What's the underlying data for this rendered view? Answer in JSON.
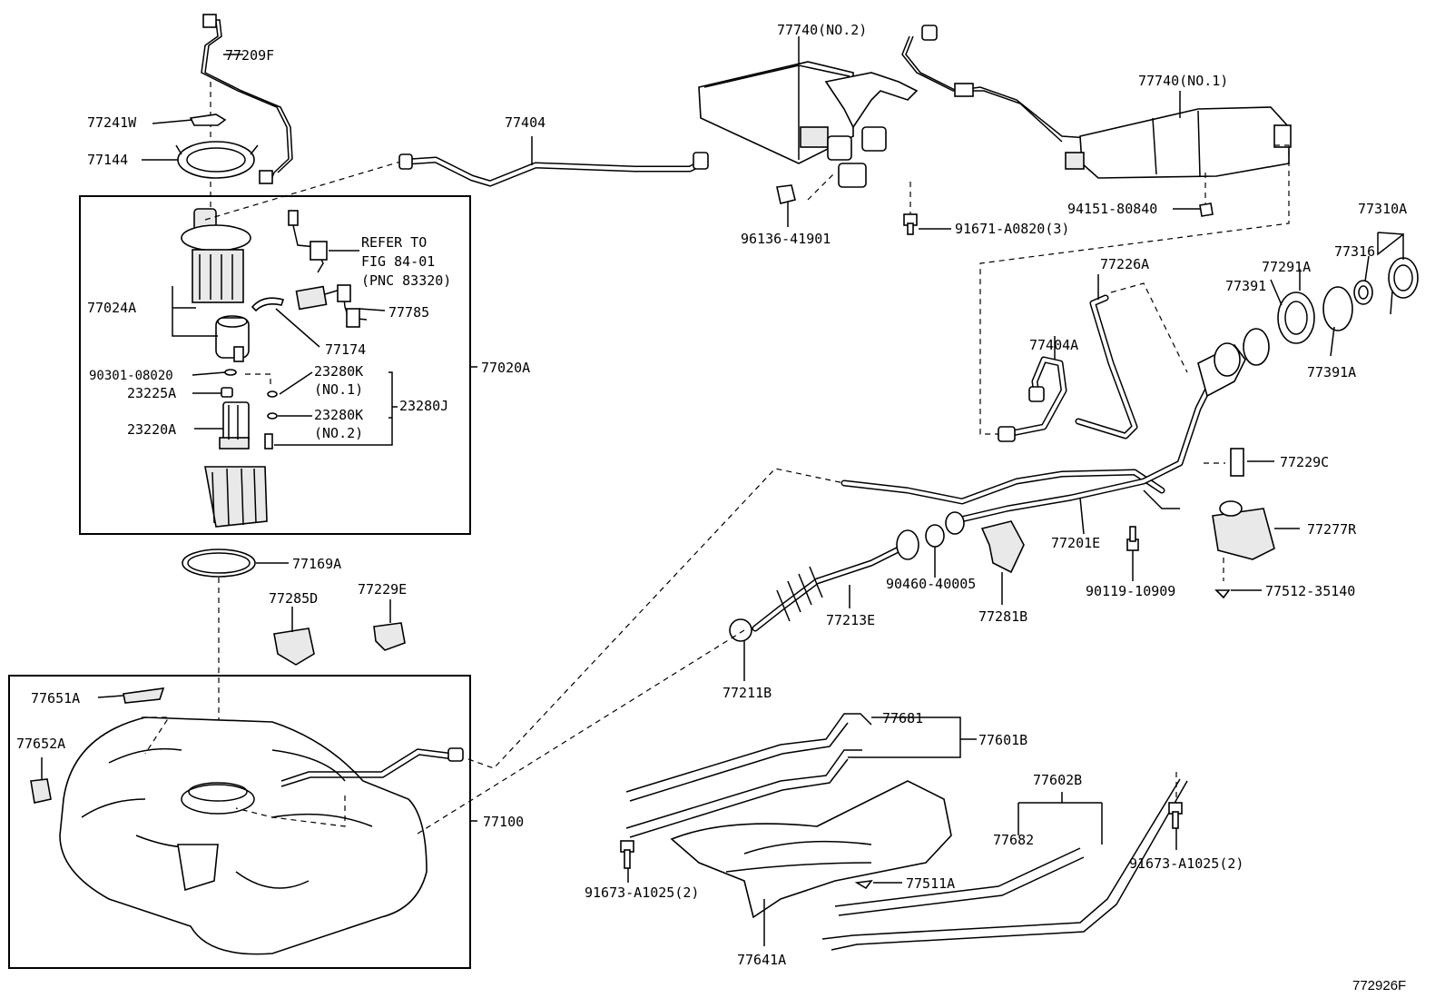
{
  "labels": {
    "l77209F": "77209F",
    "l77241W": "77241W",
    "l77144": "77144",
    "l77404": "77404",
    "l77740_2": "77740(NO.2)",
    "l77740_1": "77740(NO.1)",
    "l96136": "96136-41901",
    "l91671": "91671-A0820(3)",
    "l94151": "94151-80840",
    "l77310A": "77310A",
    "l77316": "77316",
    "l77291A": "77291A",
    "l77391": "77391",
    "l77391A": "77391A",
    "l77226A": "77226A",
    "l77404A": "77404A",
    "l77229C": "77229C",
    "l77277R": "77277R",
    "l77512": "77512-35140",
    "l77201E": "77201E",
    "l90119": "90119-10909",
    "l90460": "90460-40005",
    "l77281B": "77281B",
    "l77213E": "77213E",
    "l77211B": "77211B",
    "l77681": "77681",
    "l77601B": "77601B",
    "l77602B": "77602B",
    "l77682": "77682",
    "l91673r": "91673-A1025(2)",
    "l91673l": "91673-A1025(2)",
    "l77511A": "77511A",
    "l77641A": "77641A",
    "l772926F": "772926F",
    "l77024A": "77024A",
    "l77785": "77785",
    "l77174": "77174",
    "l90301": "90301-08020",
    "l23280K1": "23280K",
    "l23280K1b": "(NO.1)",
    "l23225A": "23225A",
    "l23280K2": "23280K",
    "l23280K2b": "(NO.2)",
    "l23220A": "23220A",
    "l23280J": "23280J",
    "l77020A": "77020A",
    "l77169A": "77169A",
    "l77285D": "77285D",
    "l77229E": "77229E",
    "l77651A": "77651A",
    "l77652A": "77652A",
    "l77100": "77100",
    "refer1": "REFER TO",
    "refer2": "FIG 84-01",
    "refer3": "(PNC 83320)"
  }
}
